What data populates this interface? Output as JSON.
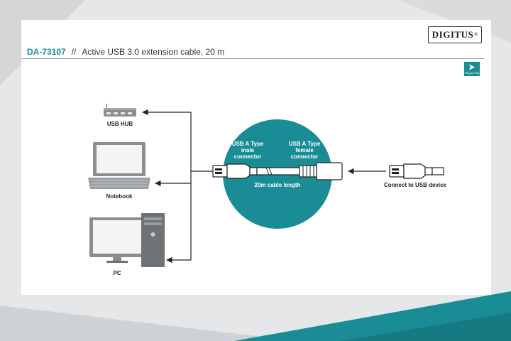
{
  "header": {
    "model": "DA-73107",
    "separator": "//",
    "title": "Active USB 3.0 extension cable, 20 m"
  },
  "logo": {
    "brand": "DIGITUS",
    "mark": "®"
  },
  "badge": {
    "label": "Plug & Play"
  },
  "devices": {
    "hub": "USB HUB",
    "notebook": "Notebook",
    "pc": "PC"
  },
  "cable": {
    "male_label_line1": "USB A Type",
    "male_label_line2": "male",
    "male_label_line3": "connector",
    "female_label_line1": "USB A Type",
    "female_label_line2": "female",
    "female_label_line3": "connector",
    "length": "20m cable length"
  },
  "target": {
    "label": "Connect to USB device"
  },
  "colors": {
    "accent": "#1a8c95",
    "device_gray": "#8a8d91"
  }
}
